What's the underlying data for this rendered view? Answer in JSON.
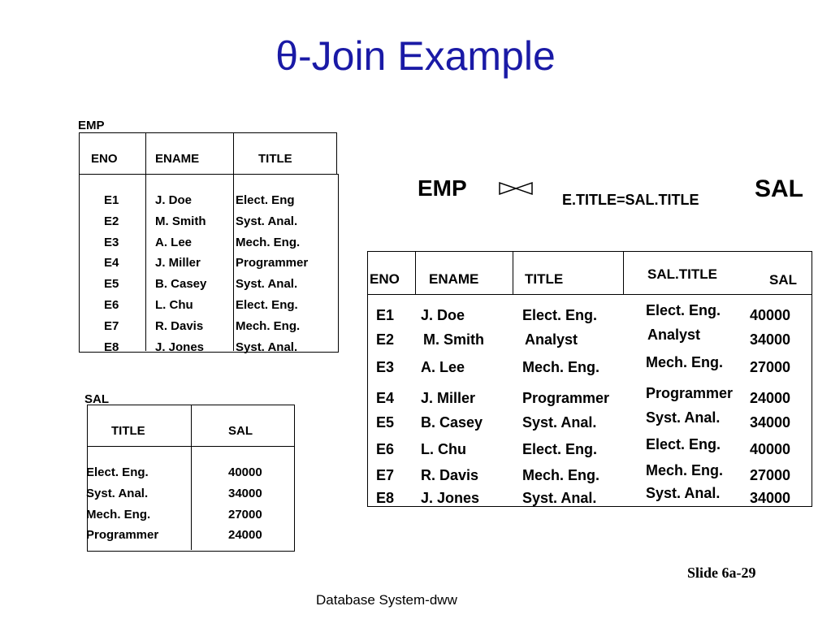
{
  "title": "θ-Join Example",
  "emp": {
    "label": "EMP",
    "headers": [
      "ENO",
      "ENAME",
      "TITLE"
    ],
    "rows": [
      [
        "E1",
        "J. Doe",
        "Elect. Eng"
      ],
      [
        "E2",
        "M. Smith",
        "Syst. Anal."
      ],
      [
        "E3",
        "A. Lee",
        "Mech. Eng."
      ],
      [
        "E4",
        "J. Miller",
        "Programmer"
      ],
      [
        "E5",
        "B. Casey",
        "Syst. Anal."
      ],
      [
        "E6",
        "L. Chu",
        "Elect. Eng."
      ],
      [
        "E7",
        "R. Davis",
        "Mech. Eng."
      ],
      [
        "E8",
        "J. Jones",
        "Syst. Anal."
      ]
    ]
  },
  "sal": {
    "label": "SAL",
    "headers": [
      "TITLE",
      "SAL"
    ],
    "rows": [
      [
        "Elect. Eng.",
        "40000"
      ],
      [
        "Syst. Anal.",
        "34000"
      ],
      [
        "Mech. Eng.",
        "27000"
      ],
      [
        "Programmer",
        "24000"
      ]
    ]
  },
  "expression": {
    "left": "EMP",
    "condition": "E.TITLE=SAL.TITLE",
    "right": "SAL"
  },
  "result": {
    "headers": [
      "ENO",
      "ENAME",
      "TITLE",
      "SAL.TITLE",
      "SAL"
    ],
    "rows": [
      [
        "E1",
        "J. Doe",
        "Elect. Eng.",
        "Elect. Eng.",
        "40000"
      ],
      [
        "E2",
        "M. Smith",
        "Analyst",
        "Analyst",
        "34000"
      ],
      [
        "E3",
        "A. Lee",
        "Mech. Eng.",
        "Mech. Eng.",
        "27000"
      ],
      [
        "E4",
        "J. Miller",
        "Programmer",
        "Programmer",
        "24000"
      ],
      [
        "E5",
        "B. Casey",
        "Syst. Anal.",
        "Syst. Anal.",
        "34000"
      ],
      [
        "E6",
        "L. Chu",
        "Elect. Eng.",
        "Elect. Eng.",
        "40000"
      ],
      [
        "E7",
        "R. Davis",
        "Mech. Eng.",
        "Mech. Eng.",
        "27000"
      ],
      [
        "E8",
        "J. Jones",
        "Syst. Anal.",
        "Syst. Anal.",
        "34000"
      ]
    ]
  },
  "slide_number": "Slide 6a-29",
  "footer": "Database System-dww"
}
